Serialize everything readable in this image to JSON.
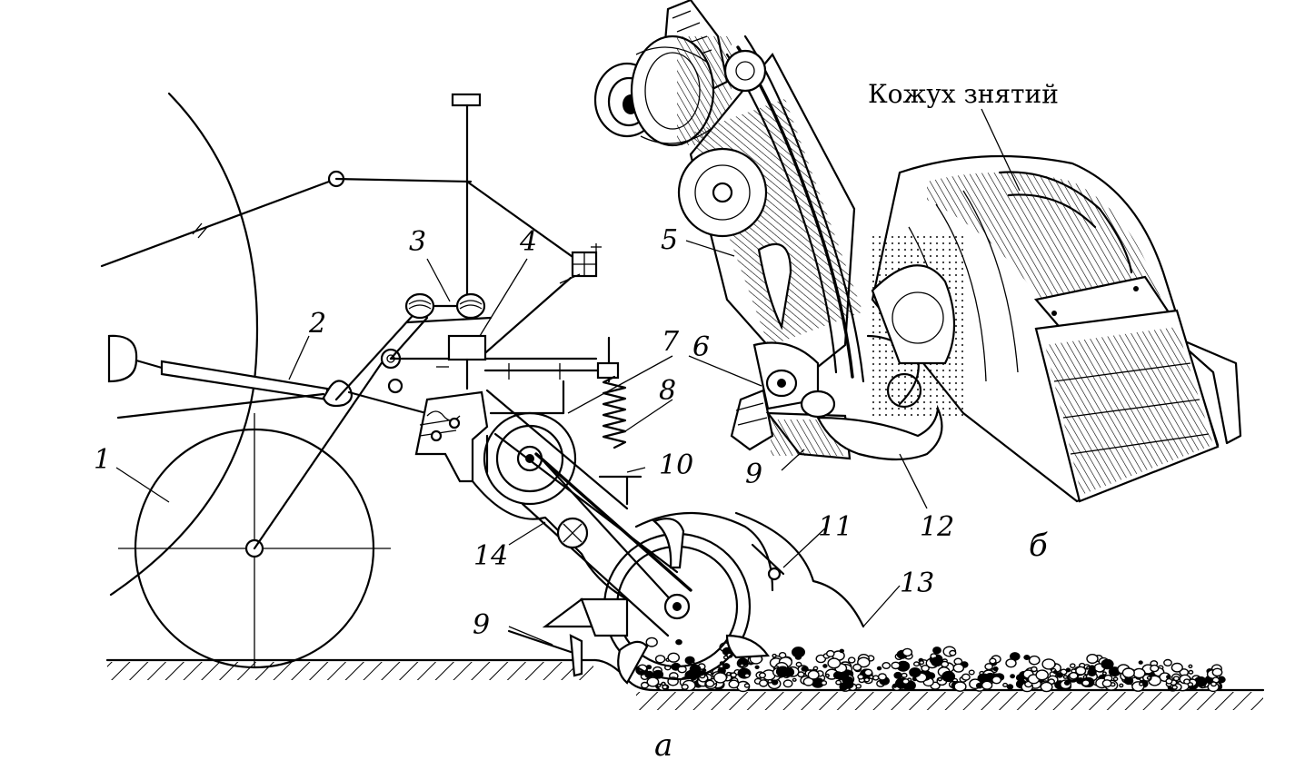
{
  "labels": {
    "n1": "1",
    "n2": "2",
    "n3": "3",
    "n4": "4",
    "n5": "5",
    "n6": "6",
    "n7": "7",
    "n8": "8",
    "n9a": "9",
    "n9b": "9",
    "n10": "10",
    "n11": "11",
    "n12": "12",
    "n13": "13",
    "n14": "14"
  },
  "caption": "Кожух знятий",
  "sub_a": "а",
  "sub_b": "б",
  "colors": {
    "ink": "#000000",
    "paper": "#ffffff"
  }
}
